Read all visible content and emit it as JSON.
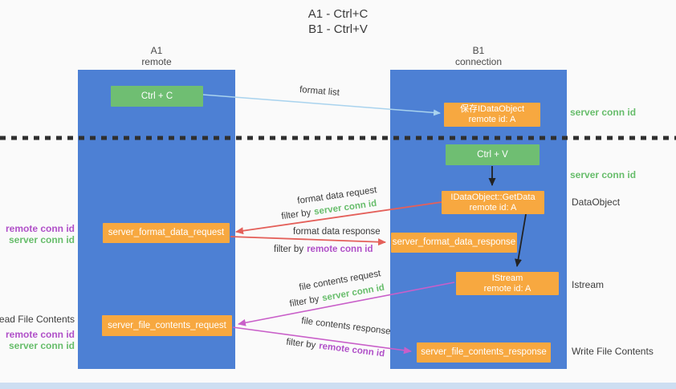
{
  "title": {
    "line1": "A1 - Ctrl+C",
    "line2": "B1 - Ctrl+V"
  },
  "lanes": {
    "left": {
      "id": "A1",
      "subtitle": "remote"
    },
    "right": {
      "id": "B1",
      "subtitle": "connection"
    }
  },
  "nodes": {
    "ctrl_c": "Ctrl + C",
    "save_idataobject": {
      "line1": "保存IDataObject",
      "line2": "remote id: A"
    },
    "ctrl_v": "Ctrl + V",
    "getdata": {
      "line1": "IDataObject::GetData",
      "line2": "remote id: A"
    },
    "server_format_data_request": "server_format_data_request",
    "server_format_data_response": "server_format_data_response",
    "istream": {
      "line1": "IStream",
      "line2": "remote id: A"
    },
    "server_file_contents_request": "server_file_contents_request",
    "server_file_contents_response": "server_file_contents_response"
  },
  "edge_labels": {
    "format_list": "format list",
    "format_data_request": "format data request",
    "format_data_response": "format data response",
    "file_contents_request": "file contents request",
    "file_contents_response": "file contents response",
    "filter_by": "filter by",
    "server_conn_id": "server conn id",
    "remote_conn_id": "remote conn id"
  },
  "side_labels": {
    "server_conn_id_top": "server conn id",
    "server_conn_id_mid": "server conn id",
    "dataobject": "DataObject",
    "istream": "Istream",
    "write_file_contents": "Write File Contents",
    "read_file_contents": "Read File Contents",
    "remote_conn_id_1": "remote conn id",
    "server_conn_id_1": "server conn id",
    "remote_conn_id_2": "remote conn id",
    "server_conn_id_2": "server conn id"
  },
  "colors": {
    "lane_blue": "#4d80d4",
    "box_green": "#6fbe72",
    "box_orange": "#f7a840",
    "arrow_red": "#e4605a",
    "arrow_magenta": "#c95fc9",
    "arrow_lightblue": "#a9d3ee",
    "arrow_black": "#222222",
    "label_green": "#67bd6b",
    "label_purple": "#b050c8"
  }
}
